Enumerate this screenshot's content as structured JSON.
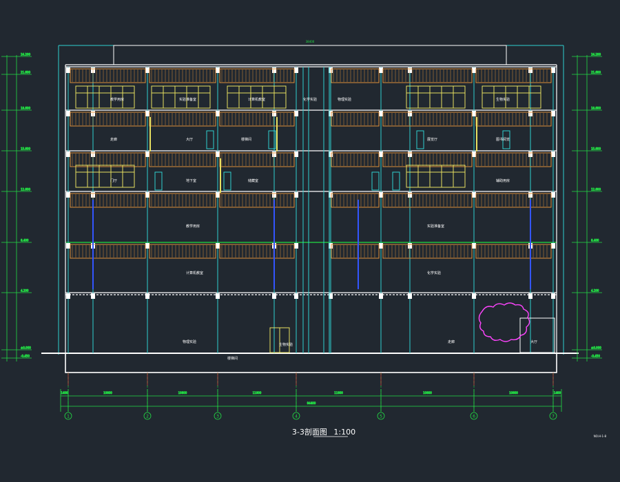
{
  "drawing": {
    "title": "3-3剖面图",
    "scale": "1:100",
    "note_corner": "NO.H-1-8",
    "background": "#212830",
    "colors": {
      "outline": "#ffffff",
      "column": "#30d0d0",
      "beam": "#e0903a",
      "window": "#e8e060",
      "glass": "#3355ff",
      "dims": "#22dd44",
      "cloud": "#ff44ff",
      "axis_bubble": "#22dd44"
    }
  },
  "axes": [
    {
      "id": "1",
      "label": "①"
    },
    {
      "id": "2",
      "label": "②"
    },
    {
      "id": "3",
      "label": "③"
    },
    {
      "id": "4",
      "label": "④"
    },
    {
      "id": "5",
      "label": "⑤"
    },
    {
      "id": "6",
      "label": "⑥"
    },
    {
      "id": "7",
      "label": "⑦"
    }
  ],
  "bay_dimensions": [
    "1400",
    "10800",
    "10800",
    "11800",
    "11800",
    "10800",
    "10800",
    "1400"
  ],
  "total_dimension": "84400",
  "top_dimension": "38400",
  "left_levels": [
    "24.200",
    "21.600",
    "18.600",
    "15.600",
    "12.600",
    "8.400",
    "4.200",
    "±0.000",
    "-0.450"
  ],
  "right_levels": [
    "24.200",
    "21.600",
    "18.600",
    "15.600",
    "12.600",
    "8.400",
    "4.200",
    "±0.000",
    "-0.450"
  ],
  "room_labels": [
    "教学用房",
    "实验准备室",
    "计算机教室",
    "化学实验",
    "物理实验",
    "生物实验",
    "走廊",
    "大厅",
    "楼梯间",
    "展览厅",
    "图书阅览",
    "门厅",
    "地下室",
    "储藏室",
    "辅助用房"
  ]
}
